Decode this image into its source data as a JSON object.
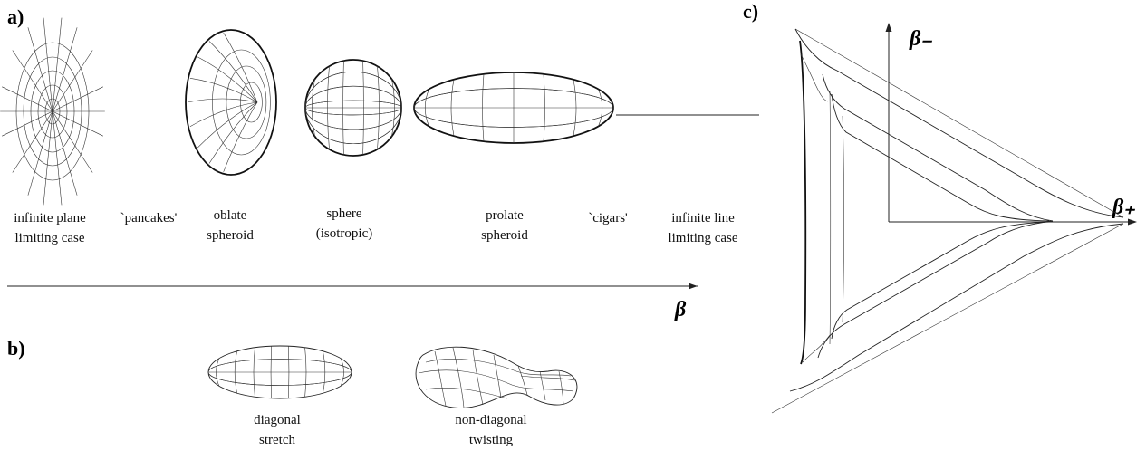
{
  "panels": {
    "a": {
      "label": "a)",
      "shapes": [
        {
          "caption_line1": "infinite plane",
          "caption_line2": "limiting case"
        },
        {
          "caption_line1": "`pancakes'",
          "caption_line2": ""
        },
        {
          "caption_line1": "oblate",
          "caption_line2": "spheroid"
        },
        {
          "caption_line1": "sphere",
          "caption_line2": "(isotropic)"
        },
        {
          "caption_line1": "prolate",
          "caption_line2": "spheroid"
        },
        {
          "caption_line1": "`cigars'",
          "caption_line2": ""
        },
        {
          "caption_line1": "infinite line",
          "caption_line2": "limiting case"
        }
      ],
      "axis_label": "β"
    },
    "b": {
      "label": "b)",
      "shapes": [
        {
          "caption_line1": "diagonal",
          "caption_line2": "stretch"
        },
        {
          "caption_line1": "non-diagonal",
          "caption_line2": "twisting"
        }
      ]
    },
    "c": {
      "label": "c)",
      "axis_minus": "β₋",
      "axis_plus": "β₊"
    }
  }
}
